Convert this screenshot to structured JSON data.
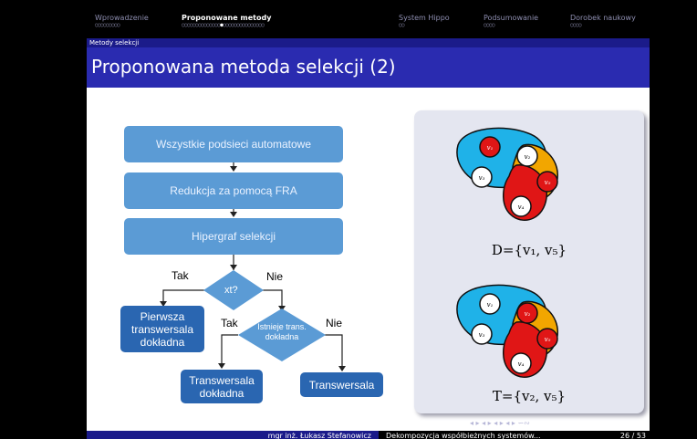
{
  "nav": {
    "sections": [
      {
        "label": "Wprowadzenie",
        "dots": "○○○○○○○○○",
        "active": false
      },
      {
        "label": "Proponowane metody",
        "dots_pre": "○○○○○○○○○○○○○○",
        "dots_cur": "●",
        "dots_post": "○○○○○○○○○○○○○○○",
        "active": true
      },
      {
        "label": "System Hippo",
        "dots": "○○",
        "active": false
      },
      {
        "label": "Podsumowanie",
        "dots": "○○○○",
        "active": false
      },
      {
        "label": "Dorobek naukowy",
        "dots": "○○○○",
        "active": false
      }
    ]
  },
  "subsection": "Metody selekcji",
  "title": "Proponowana metoda selekcji (2)",
  "flowchart": {
    "step1": "Wszystkie podsieci automatowe",
    "step2": "Redukcja za pomocą FRA",
    "step3": "Hipergraf selekcji",
    "decision1": "xt?",
    "decision1_yes": "Tak",
    "decision1_no": "Nie",
    "result_exact_first": "Pierwsza transwersala dokładna",
    "decision2": "Istnieje trans. dokładna",
    "decision2_yes": "Tak",
    "decision2_no": "Nie",
    "result_exact": "Transwersala dokładna",
    "result_trans": "Transwersala"
  },
  "hypergraph": {
    "top_set": "D={v₁, v₅}",
    "bottom_set": "T={v₂, v₅}",
    "top_nodes": [
      "v₁",
      "v₂",
      "v₃",
      "v₄",
      "v₅"
    ],
    "bottom_nodes": [
      "v₁",
      "v₂",
      "v₃",
      "v₄",
      "v₅"
    ]
  },
  "footer": {
    "author": "mgr inż. Łukasz Stefanowicz",
    "short_title": "Dekompozycja współbieżnych systemów...",
    "page": "26 / 53"
  },
  "nav_controls": "◂ ▸ ◂ ▸ ◂ ▸ ◂ ▸ ∽∾",
  "colors": {
    "title_bar": "#2a2bb0",
    "subsection_bar": "#1b1b8a",
    "flow_box": "#5b9bd5",
    "flow_dark_box": "#2a66b1",
    "edge_cyan": "#1fb2e8",
    "edge_red": "#e01616",
    "edge_orange": "#f2a600"
  }
}
